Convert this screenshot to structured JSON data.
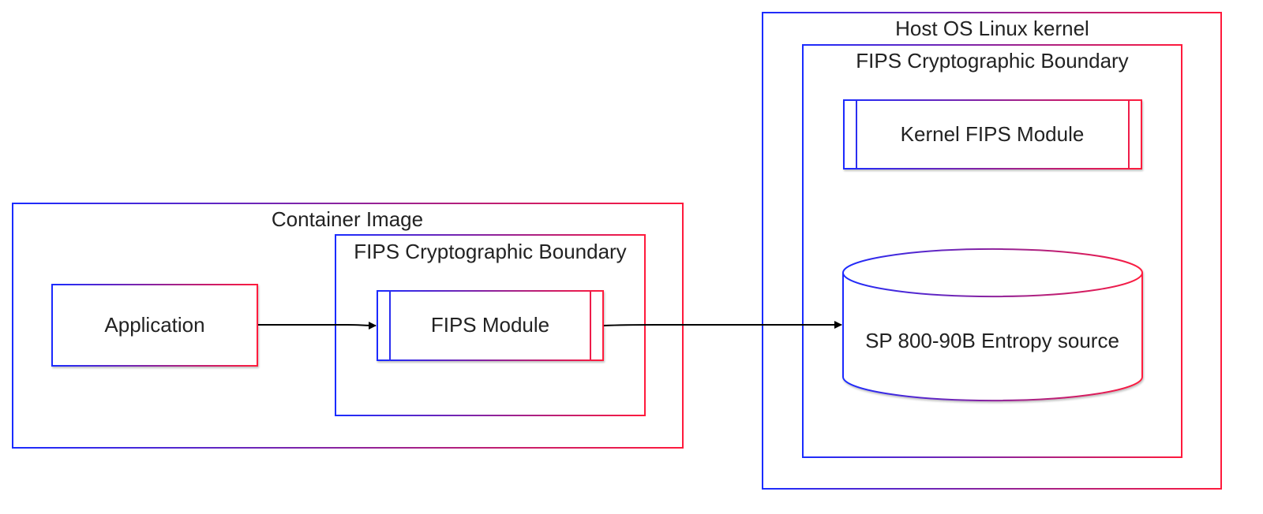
{
  "groups": {
    "container": {
      "title": "Container Image",
      "boundary_title": "FIPS Cryptographic Boundary"
    },
    "host": {
      "title": "Host OS Linux kernel",
      "boundary_title": "FIPS Cryptographic Boundary"
    }
  },
  "nodes": {
    "application": "Application",
    "fips_module": "FIPS Module",
    "kernel_fips_module": "Kernel FIPS Module",
    "entropy_source": "SP 800-90B Entropy source"
  },
  "edges": [
    {
      "from": "Application",
      "to": "FIPS Module"
    },
    {
      "from": "FIPS Module",
      "to": "SP 800-90B Entropy source"
    }
  ],
  "colors": {
    "gradient_start": "#1a2cff",
    "gradient_end": "#ff1a3c",
    "arrow": "#000000",
    "text": "#222222"
  }
}
